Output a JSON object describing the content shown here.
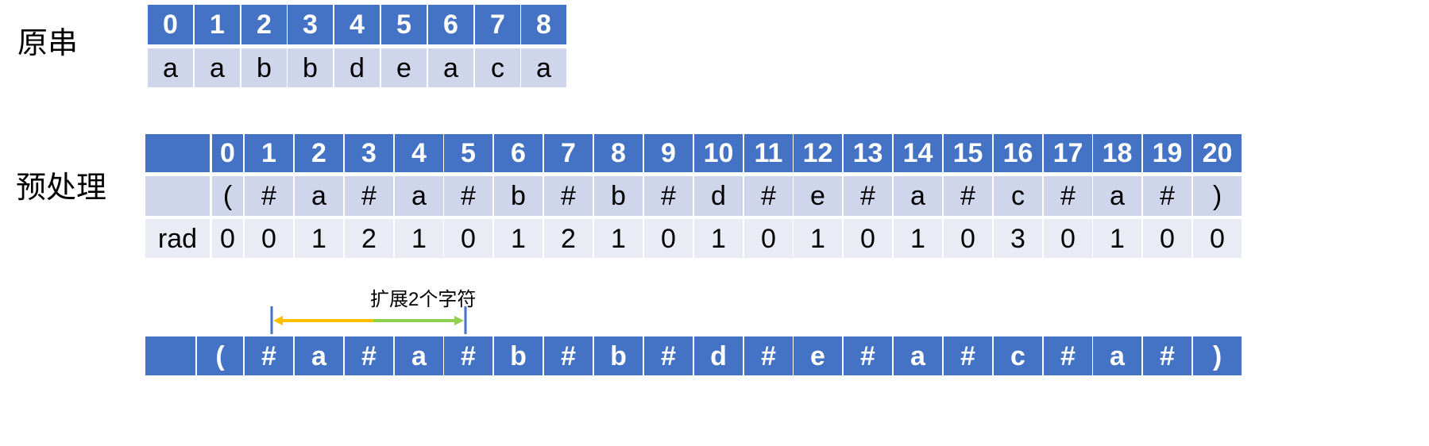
{
  "original": {
    "label": "原串",
    "indices": [
      "0",
      "1",
      "2",
      "3",
      "4",
      "5",
      "6",
      "7",
      "8"
    ],
    "chars": [
      "a",
      "a",
      "b",
      "b",
      "d",
      "e",
      "a",
      "c",
      "a"
    ]
  },
  "preprocessed": {
    "label": "预处理",
    "rad_label": "rad",
    "indices": [
      "0",
      "1",
      "2",
      "3",
      "4",
      "5",
      "6",
      "7",
      "8",
      "9",
      "10",
      "11",
      "12",
      "13",
      "14",
      "15",
      "16",
      "17",
      "18",
      "19",
      "20"
    ],
    "chars": [
      "(",
      "#",
      "a",
      "#",
      "a",
      "#",
      "b",
      "#",
      "b",
      "#",
      "d",
      "#",
      "e",
      "#",
      "a",
      "#",
      "c",
      "#",
      "a",
      "#",
      ")"
    ],
    "rad": [
      "0",
      "0",
      "1",
      "2",
      "1",
      "0",
      "1",
      "2",
      "1",
      "0",
      "1",
      "0",
      "1",
      "0",
      "1",
      "0",
      "3",
      "0",
      "1",
      "0",
      "0"
    ]
  },
  "expansion": {
    "annotation": "扩展2个字符",
    "chars": [
      "(",
      "#",
      "a",
      "#",
      "a",
      "#",
      "b",
      "#",
      "b",
      "#",
      "d",
      "#",
      "e",
      "#",
      "a",
      "#",
      "c",
      "#",
      "a",
      "#",
      ")"
    ],
    "arrow_left_color": "#ffc000",
    "arrow_right_color": "#92d050",
    "marker_color": "#4472c4"
  }
}
